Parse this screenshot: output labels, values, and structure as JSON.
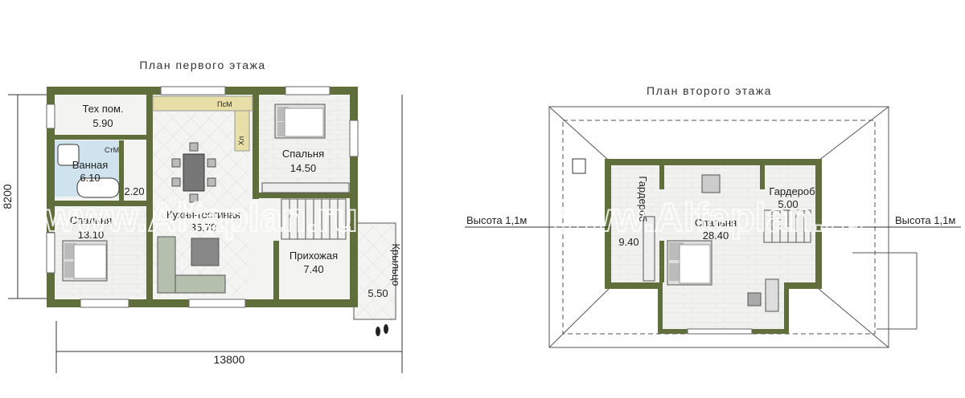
{
  "plan1": {
    "title": "План первого этажа",
    "dim_width": "13800",
    "dim_height": "8200",
    "rooms": [
      {
        "name": "Тех пом.",
        "area": "5.90"
      },
      {
        "name": "Ванная",
        "area": "6.10"
      },
      {
        "name": "",
        "area": "2.20"
      },
      {
        "name": "Кухня-гостиная",
        "area": "35.70"
      },
      {
        "name": "Спальня",
        "area": "14.50"
      },
      {
        "name": "Спальня",
        "area": "13.10"
      },
      {
        "name": "Прихожая",
        "area": "7.40"
      },
      {
        "name": "Крыльцо",
        "area": "5.50"
      }
    ],
    "fixtures": {
      "washer": "СтМ",
      "dishwasher": "ПсМ",
      "fridge": "Хл"
    }
  },
  "plan2": {
    "title": "План второго этажа",
    "height_left": "Высота 1,1м",
    "height_right": "Высота 1,1м",
    "rooms": [
      {
        "name": "Гардероб",
        "area": "9.40"
      },
      {
        "name": "Спальня",
        "area": "28.40"
      },
      {
        "name": "Гардероб",
        "area": "5.00"
      }
    ]
  },
  "watermark": "www.Alfaplan.ru",
  "colors": {
    "wall": "#5f6e3a",
    "floor": "#f1f1ef",
    "tile": "#e8e8e6",
    "bath": "#cfe3ee",
    "roof_line": "#555555"
  }
}
